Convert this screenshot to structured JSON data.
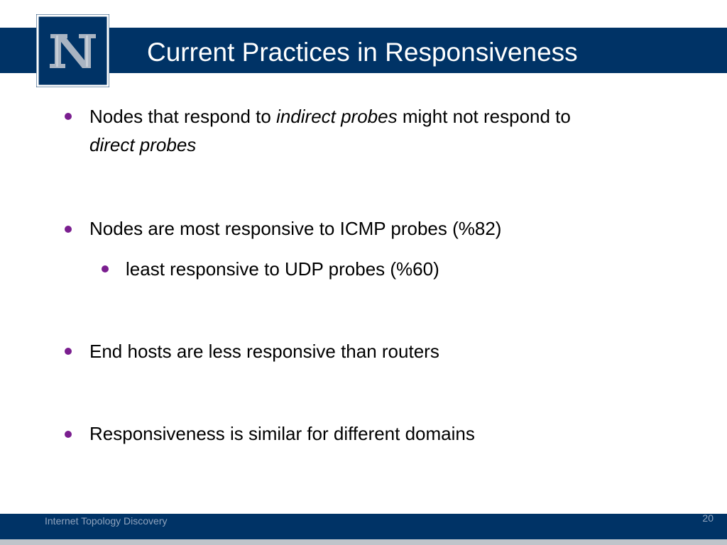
{
  "slide": {
    "title": "Current Practices in Responsiveness",
    "logo_letter": "N",
    "bullets": {
      "b1": {
        "part1": "Nodes that respond to ",
        "part2": "indirect probes",
        "part3": " might not respond to",
        "part4": "direct probes"
      },
      "b2": "Nodes are most responsive to ICMP probes (%82)",
      "b2_sub": "least responsive to UDP probes (%60)",
      "b3": "End hosts are less responsive than routers",
      "b4": "Responsiveness is similar for different domains"
    },
    "footer_text": "Internet Topology Discovery",
    "page_number": "20"
  },
  "colors": {
    "header_bar": "#003366",
    "bullet": "#7a1e8f",
    "footer_text": "#8fa3bd"
  }
}
